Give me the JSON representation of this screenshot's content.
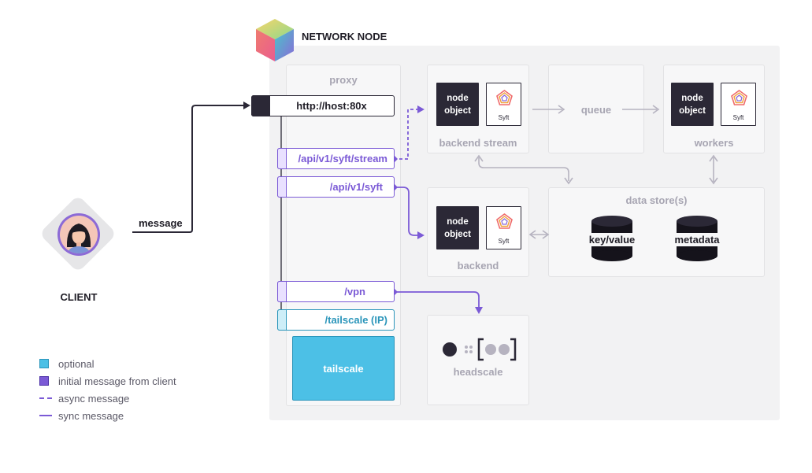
{
  "network_node": {
    "title": "NETWORK NODE",
    "proxy": {
      "label": "proxy",
      "host": "http://host:80x",
      "routes": {
        "stream": "/api/v1/syft/stream",
        "syft": "/api/v1/syft",
        "vpn": "/vpn",
        "tailscale_ip": "/tailscale (IP)"
      },
      "tailscale": "tailscale"
    },
    "node_object_label": "node\nobject",
    "syft_label": "Syft",
    "backend_stream": "backend stream",
    "queue": "queue",
    "workers": "workers",
    "backend": "backend",
    "data_store": {
      "title": "data store(s)",
      "key_value": "key/value",
      "metadata": "metadata"
    },
    "headscale": "headscale"
  },
  "client": {
    "label": "CLIENT",
    "message": "message"
  },
  "legend": [
    {
      "label": "optional",
      "color": "#4cc0e6"
    },
    {
      "label": "initial message from client",
      "color": "#7b5ad6"
    },
    {
      "label": "async message",
      "style": "dashed"
    },
    {
      "label": "sync message",
      "style": "solid"
    }
  ],
  "colors": {
    "accent": "#7b5ad6",
    "optional": "#4cc0e6",
    "dark": "#2b2836",
    "muted": "#a7a5b2",
    "panel": "#f2f2f3"
  }
}
